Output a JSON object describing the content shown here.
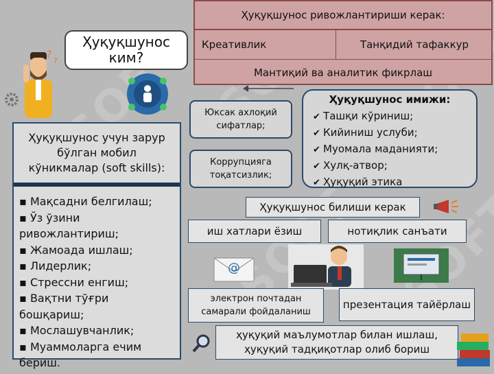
{
  "top_table": {
    "title": "Ҳуқуқшунос ривожлантириши керак:",
    "left": "Креативлик",
    "right": "Танқидий тафаккур",
    "bottom": "Мантиқий  ва аналитик фикрлаш"
  },
  "bubble": {
    "line1": "Ҳуқуқшунос",
    "line2": "ким?"
  },
  "left_panel": {
    "heading": "Ҳуқуқшунос учун зарур бўлган мобил кўникмалар (soft skills):",
    "items": [
      " Мақсадни белгилаш;",
      " Ўз ўзини ривожлантириш;",
      "Жамоада ишлаш;",
      "Лидерлик;",
      "Стрессни  енгиш;",
      "Вақтни тўғри бошқариш;",
      "Мослашувчанлик;",
      "Муаммоларга ечим бериш."
    ]
  },
  "moral": "Юксак ахлоқий сифатлар;",
  "corruption": "Коррупцияга тоқатсизлик;",
  "image": {
    "title": "Ҳуқуқшунос имижи:",
    "items": [
      "Ташқи кўриниш;",
      "Кийиниш услуби;",
      "Муомала маданияти;",
      "Хулқ-атвор;",
      "Ҳуқуқий этика"
    ]
  },
  "must_know": "Ҳуқуқшунос билиши керак",
  "paperwork": "иш хатлари ёзиш",
  "speech": "нотиқлик санъати",
  "email": "электрон почтадан самарали фойдаланиш",
  "presentation": "презентация тайёрлаш",
  "legal": "ҳуқуқий маълумотлар билан ишлаш, ҳуқуқий тадқиқотлар олиб бориш",
  "watermark": "SOFT",
  "icons": [
    "lawyer-thinking-icon",
    "soft-skills-icon",
    "gear-icon",
    "megaphone-icon",
    "email-icon",
    "man-at-laptop-icon",
    "presentation-screen-icon",
    "magnifier-icon",
    "books-icon"
  ]
}
